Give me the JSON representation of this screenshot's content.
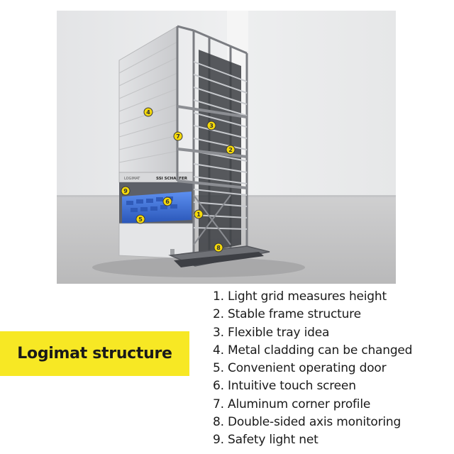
{
  "title": "Logimat structure",
  "colors": {
    "title_background": "#f7e824",
    "callout_marker": "#f5d90a",
    "tray_blue": "#3d6fd6"
  },
  "image": {
    "description_icon": "vertical-storage-lift-photo",
    "brand_label": "SSI SCHAEFER",
    "small_label": "LOGIMAT",
    "callouts": [
      {
        "number": "1"
      },
      {
        "number": "2"
      },
      {
        "number": "3"
      },
      {
        "number": "4"
      },
      {
        "number": "5"
      },
      {
        "number": "6"
      },
      {
        "number": "7"
      },
      {
        "number": "8"
      },
      {
        "number": "9"
      }
    ]
  },
  "features": [
    "1. Light grid measures height",
    "2. Stable frame structure",
    "3. Flexible tray idea",
    "4. Metal cladding can be changed",
    "5. Convenient operating door",
    "6. Intuitive touch screen",
    "7. Aluminum corner profile",
    "8. Double-sided axis monitoring",
    "9. Safety light net"
  ]
}
